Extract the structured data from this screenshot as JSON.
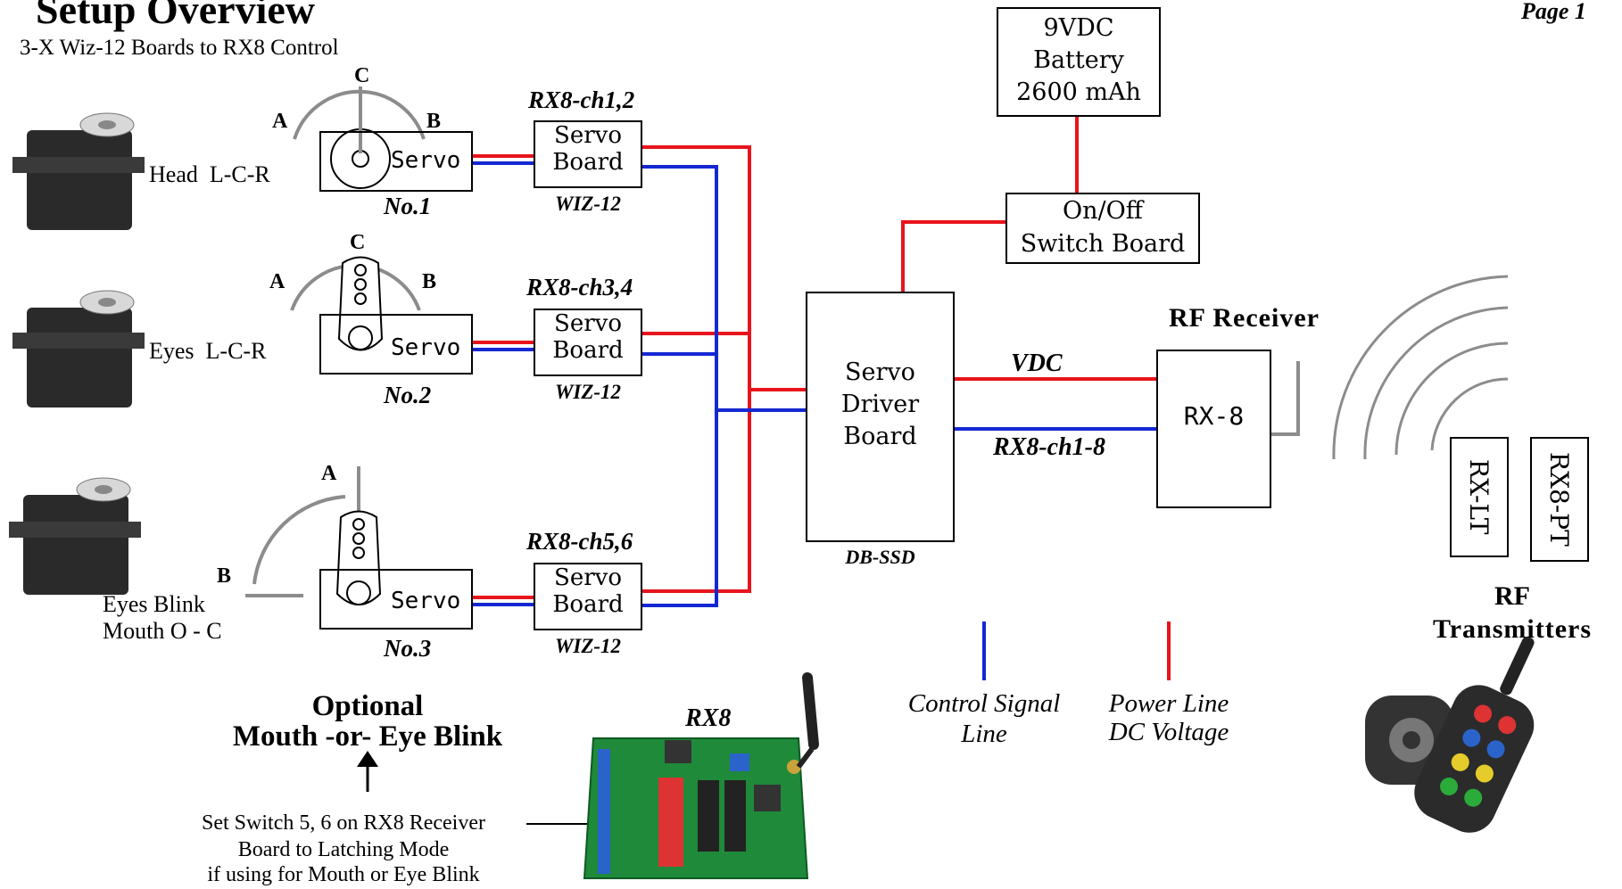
{
  "title": "Setup Overview",
  "subtitle": "3-X Wiz-12 Boards to RX8 Control",
  "page_label": "Page 1",
  "servos": [
    {
      "name_label": "Head  L-C-R",
      "box_label": "Servo",
      "number": "No.1",
      "pos_a": "A",
      "pos_b": "B",
      "pos_c": "C"
    },
    {
      "name_label": "Eyes  L-C-R",
      "box_label": "Servo",
      "number": "No.2",
      "pos_a": "A",
      "pos_b": "B",
      "pos_c": "C"
    },
    {
      "name_label_1": "Eyes Blink",
      "name_label_2": "Mouth O - C",
      "box_label": "Servo",
      "number": "No.3",
      "pos_a": "A",
      "pos_b": "B"
    }
  ],
  "servo_boards": [
    {
      "channel": "RX8-ch1,2",
      "line1": "Servo",
      "line2": "Board",
      "model": "WIZ-12"
    },
    {
      "channel": "RX8-ch3,4",
      "line1": "Servo",
      "line2": "Board",
      "model": "WIZ-12"
    },
    {
      "channel": "RX8-ch5,6",
      "line1": "Servo",
      "line2": "Board",
      "model": "WIZ-12"
    }
  ],
  "battery": {
    "line1": "9VDC",
    "line2": "Battery",
    "line3": "2600 mAh"
  },
  "switch_board": {
    "line1": "On/Off",
    "line2": "Switch Board"
  },
  "driver_board": {
    "line1": "Servo",
    "line2": "Driver",
    "line3": "Board",
    "model": "DB-SSD"
  },
  "wires": {
    "vdc_label": "VDC",
    "signal_label": "RX8-ch1-8"
  },
  "receiver": {
    "heading": "RF Receiver",
    "label": "RX-8"
  },
  "transmitters": {
    "tx1": "RX-LT",
    "tx2": "RX8-PT",
    "heading_1": "RF",
    "heading_2": "Transmitters"
  },
  "legend": {
    "signal_1": "Control Signal",
    "signal_2": "Line",
    "power_1": "Power Line",
    "power_2": "DC Voltage"
  },
  "optional": {
    "heading_1": "Optional",
    "heading_2": "Mouth -or- Eye Blink",
    "note_1": "Set Switch 5, 6 on RX8 Receiver",
    "note_2": "Board to Latching Mode",
    "note_3": "if using for Mouth or Eye Blink",
    "board_label": "RX8"
  },
  "colors": {
    "power": "#e8141c",
    "signal": "#1428d2",
    "arc": "#8c8c8c",
    "pcb": "#1f8a3a"
  }
}
